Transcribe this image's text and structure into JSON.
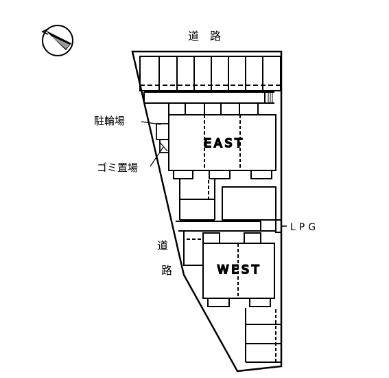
{
  "labels": {
    "road_top": "道　路",
    "road_left_1": "道",
    "road_left_2": "路",
    "bicycle_parking": "駐輪場",
    "garbage_area": "ゴミ置場",
    "lpg": "LPG",
    "building_east": "EAST",
    "building_west": "WEST"
  },
  "icons": {
    "compass": "north-arrow-icon"
  },
  "colors": {
    "line": "#000000",
    "background": "#ffffff"
  }
}
